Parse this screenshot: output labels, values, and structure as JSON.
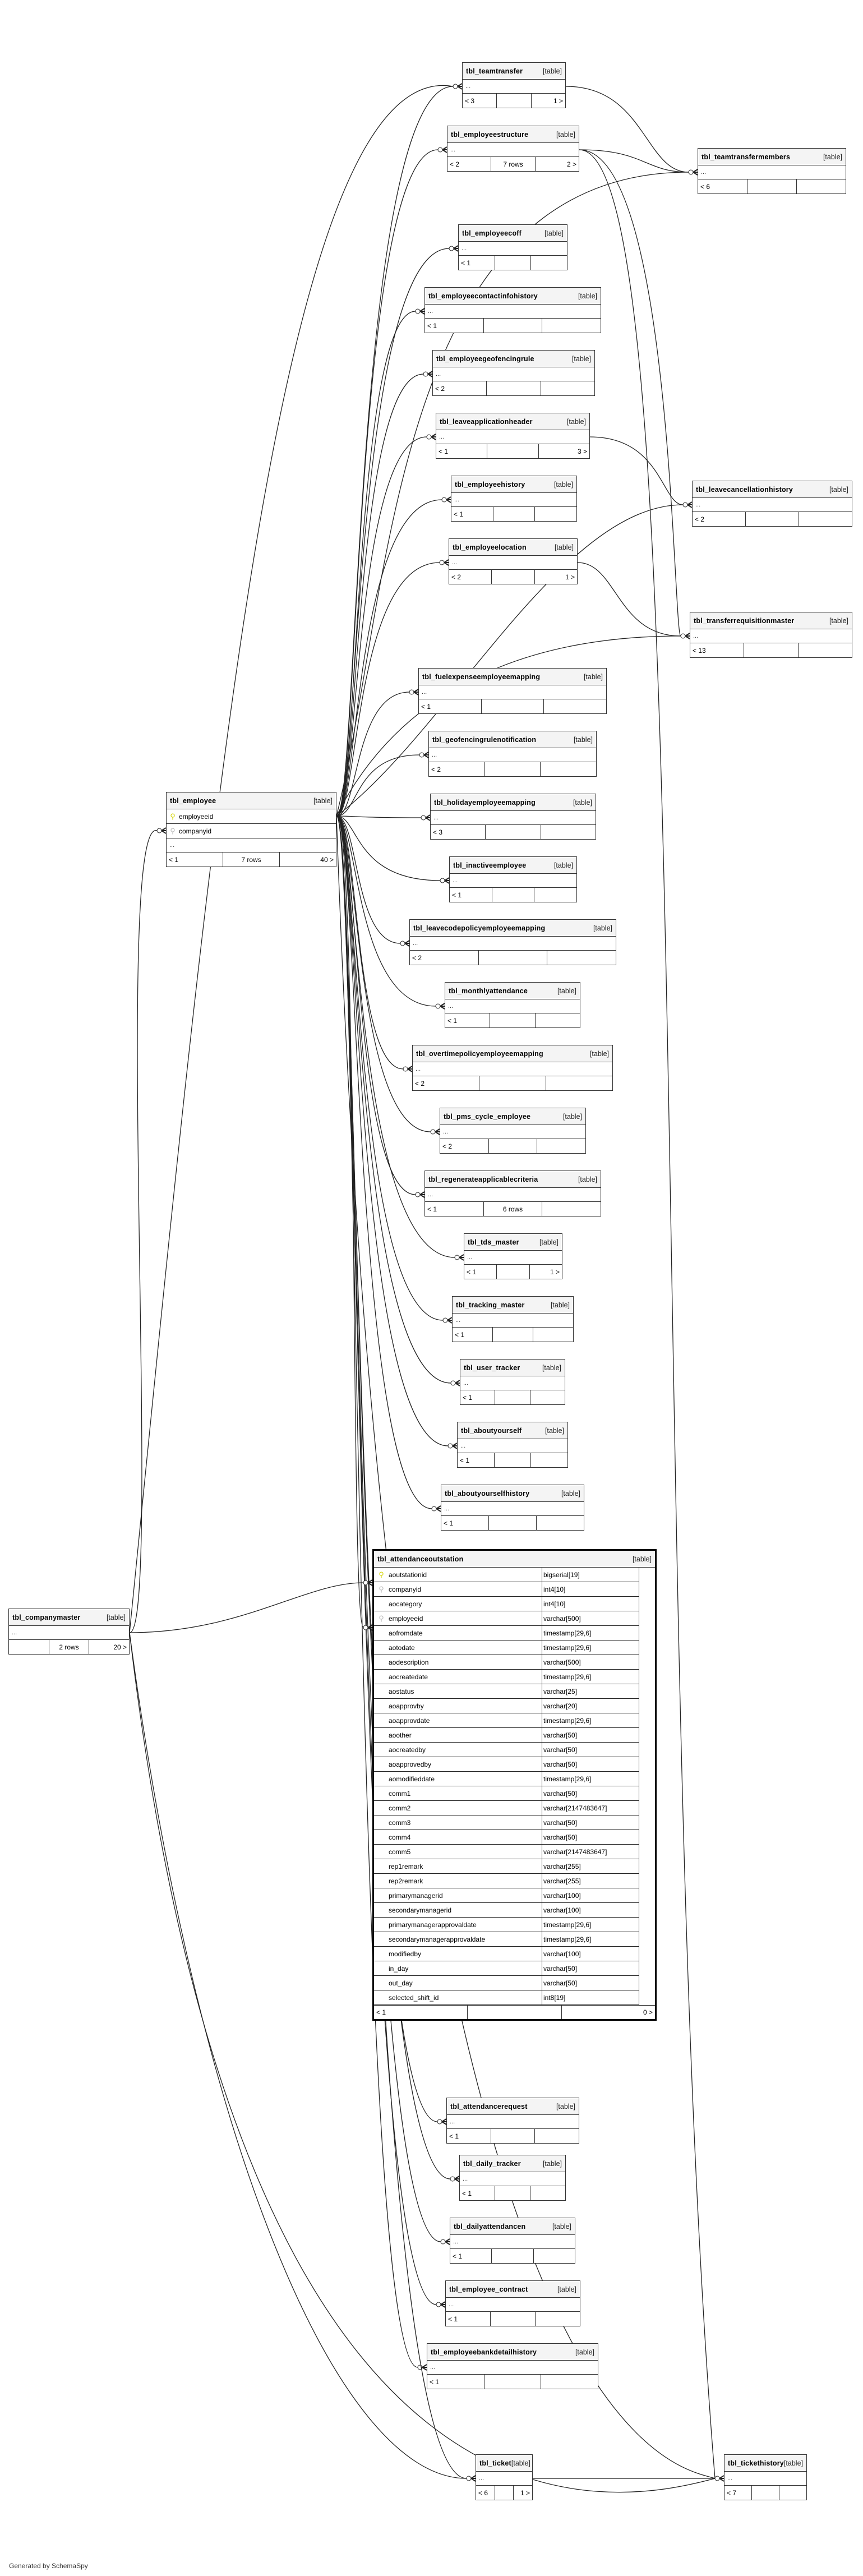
{
  "diagram": {
    "type_label": "[table]",
    "ellipsis": "...",
    "generated_by": "Generated by SchemaSpy"
  },
  "tables": {
    "teamtransfer": {
      "name": "tbl_teamtransfer",
      "left": "< 3",
      "mid": "",
      "right": "1 >"
    },
    "employeestructure": {
      "name": "tbl_employeestructure",
      "left": "< 2",
      "mid": "7 rows",
      "right": "2 >"
    },
    "teamtransfermembers": {
      "name": "tbl_teamtransfermembers",
      "left": "< 6",
      "mid": "",
      "right": ""
    },
    "employeecoff": {
      "name": "tbl_employeecoff",
      "left": "< 1",
      "mid": "",
      "right": ""
    },
    "employeecontactinfohistory": {
      "name": "tbl_employeecontactinfohistory",
      "left": "< 1",
      "mid": "",
      "right": ""
    },
    "employeegeofencingrule": {
      "name": "tbl_employeegeofencingrule",
      "left": "< 2",
      "mid": "",
      "right": ""
    },
    "leaveapplicationheader": {
      "name": "tbl_leaveapplicationheader",
      "left": "< 1",
      "mid": "",
      "right": "3 >"
    },
    "employeehistory": {
      "name": "tbl_employeehistory",
      "left": "< 1",
      "mid": "",
      "right": ""
    },
    "employeelocation": {
      "name": "tbl_employeelocation",
      "left": "< 2",
      "mid": "",
      "right": "1 >"
    },
    "leavecancellationhistory": {
      "name": "tbl_leavecancellationhistory",
      "left": "< 2",
      "mid": "",
      "right": ""
    },
    "transferrequisitionmaster": {
      "name": "tbl_transferrequisitionmaster",
      "left": "< 13",
      "mid": "",
      "right": ""
    },
    "fuelexpenseemployeemapping": {
      "name": "tbl_fuelexpenseemployeemapping",
      "left": "< 1",
      "mid": "",
      "right": ""
    },
    "geofencingrulenotification": {
      "name": "tbl_geofencingrulenotification",
      "left": "< 2",
      "mid": "",
      "right": ""
    },
    "holidayemployeemapping": {
      "name": "tbl_holidayemployeemapping",
      "left": "< 3",
      "mid": "",
      "right": ""
    },
    "inactiveemployee": {
      "name": "tbl_inactiveemployee",
      "left": "< 1",
      "mid": "",
      "right": ""
    },
    "leavecodepolicyemployeemapping": {
      "name": "tbl_leavecodepolicyemployeemapping",
      "left": "< 2",
      "mid": "",
      "right": ""
    },
    "monthlyattendance": {
      "name": "tbl_monthlyattendance",
      "left": "< 1",
      "mid": "",
      "right": ""
    },
    "overtimepolicyemployeemapping": {
      "name": "tbl_overtimepolicyemployeemapping",
      "left": "< 2",
      "mid": "",
      "right": ""
    },
    "pms_cycle_employee": {
      "name": "tbl_pms_cycle_employee",
      "left": "< 2",
      "mid": "",
      "right": ""
    },
    "regenerateapplicablecriteria": {
      "name": "tbl_regenerateapplicablecriteria",
      "left": "< 1",
      "mid": "6 rows",
      "right": ""
    },
    "tds_master": {
      "name": "tbl_tds_master",
      "left": "< 1",
      "mid": "",
      "right": "1 >"
    },
    "tracking_master": {
      "name": "tbl_tracking_master",
      "left": "< 1",
      "mid": "",
      "right": ""
    },
    "user_tracker": {
      "name": "tbl_user_tracker",
      "left": "< 1",
      "mid": "",
      "right": ""
    },
    "aboutyourself": {
      "name": "tbl_aboutyourself",
      "left": "< 1",
      "mid": "",
      "right": ""
    },
    "aboutyourselfhistory": {
      "name": "tbl_aboutyourselfhistory",
      "left": "< 1",
      "mid": "",
      "right": ""
    },
    "attendancerequest": {
      "name": "tbl_attendancerequest",
      "left": "< 1",
      "mid": "",
      "right": ""
    },
    "daily_tracker": {
      "name": "tbl_daily_tracker",
      "left": "< 1",
      "mid": "",
      "right": ""
    },
    "dailyattendancen": {
      "name": "tbl_dailyattendancen",
      "left": "< 1",
      "mid": "",
      "right": ""
    },
    "employee_contract": {
      "name": "tbl_employee_contract",
      "left": "< 1",
      "mid": "",
      "right": ""
    },
    "employeebankdetailhistory": {
      "name": "tbl_employeebankdetailhistory",
      "left": "< 1",
      "mid": "",
      "right": ""
    },
    "ticket": {
      "name": "tbl_ticket",
      "left": "< 6",
      "mid": "",
      "right": "1 >"
    },
    "tickethistory": {
      "name": "tbl_tickethistory",
      "left": "< 7",
      "mid": "",
      "right": ""
    },
    "companymaster": {
      "name": "tbl_companymaster",
      "left": "",
      "mid": "2 rows",
      "right": "20 >"
    },
    "employee": {
      "name": "tbl_employee",
      "left": "< 1",
      "mid": "7 rows",
      "right": "40 >",
      "columns": [
        {
          "name": "employeeid",
          "key": "pk"
        },
        {
          "name": "companyid",
          "key": "fk"
        }
      ]
    }
  },
  "attendanceoutstation": {
    "name": "tbl_attendanceoutstation",
    "left": "< 1",
    "mid": "",
    "right": "0 >",
    "columns": [
      {
        "name": "aoutstationid",
        "type": "bigserial[19]",
        "key": "pk"
      },
      {
        "name": "companyid",
        "type": "int4[10]",
        "key": "fk"
      },
      {
        "name": "aocategory",
        "type": "int4[10]",
        "key": ""
      },
      {
        "name": "employeeid",
        "type": "varchar[500]",
        "key": "fk"
      },
      {
        "name": "aofromdate",
        "type": "timestamp[29,6]",
        "key": ""
      },
      {
        "name": "aotodate",
        "type": "timestamp[29,6]",
        "key": ""
      },
      {
        "name": "aodescription",
        "type": "varchar[500]",
        "key": ""
      },
      {
        "name": "aocreatedate",
        "type": "timestamp[29,6]",
        "key": ""
      },
      {
        "name": "aostatus",
        "type": "varchar[25]",
        "key": ""
      },
      {
        "name": "aoapprovby",
        "type": "varchar[20]",
        "key": ""
      },
      {
        "name": "aoapprovdate",
        "type": "timestamp[29,6]",
        "key": ""
      },
      {
        "name": "aoother",
        "type": "varchar[50]",
        "key": ""
      },
      {
        "name": "aocreatedby",
        "type": "varchar[50]",
        "key": ""
      },
      {
        "name": "aoapprovedby",
        "type": "varchar[50]",
        "key": ""
      },
      {
        "name": "aomodifieddate",
        "type": "timestamp[29,6]",
        "key": ""
      },
      {
        "name": "comm1",
        "type": "varchar[50]",
        "key": ""
      },
      {
        "name": "comm2",
        "type": "varchar[2147483647]",
        "key": ""
      },
      {
        "name": "comm3",
        "type": "varchar[50]",
        "key": ""
      },
      {
        "name": "comm4",
        "type": "varchar[50]",
        "key": ""
      },
      {
        "name": "comm5",
        "type": "varchar[2147483647]",
        "key": ""
      },
      {
        "name": "rep1remark",
        "type": "varchar[255]",
        "key": ""
      },
      {
        "name": "rep2remark",
        "type": "varchar[255]",
        "key": ""
      },
      {
        "name": "primarymanagerid",
        "type": "varchar[100]",
        "key": ""
      },
      {
        "name": "secondarymanagerid",
        "type": "varchar[100]",
        "key": ""
      },
      {
        "name": "primarymanagerapprovaldate",
        "type": "timestamp[29,6]",
        "key": ""
      },
      {
        "name": "secondarymanagerapprovaldate",
        "type": "timestamp[29,6]",
        "key": ""
      },
      {
        "name": "modifiedby",
        "type": "varchar[100]",
        "key": ""
      },
      {
        "name": "in_day",
        "type": "varchar[50]",
        "key": ""
      },
      {
        "name": "out_day",
        "type": "varchar[50]",
        "key": ""
      },
      {
        "name": "selected_shift_id",
        "type": "int8[19]",
        "key": ""
      }
    ]
  }
}
